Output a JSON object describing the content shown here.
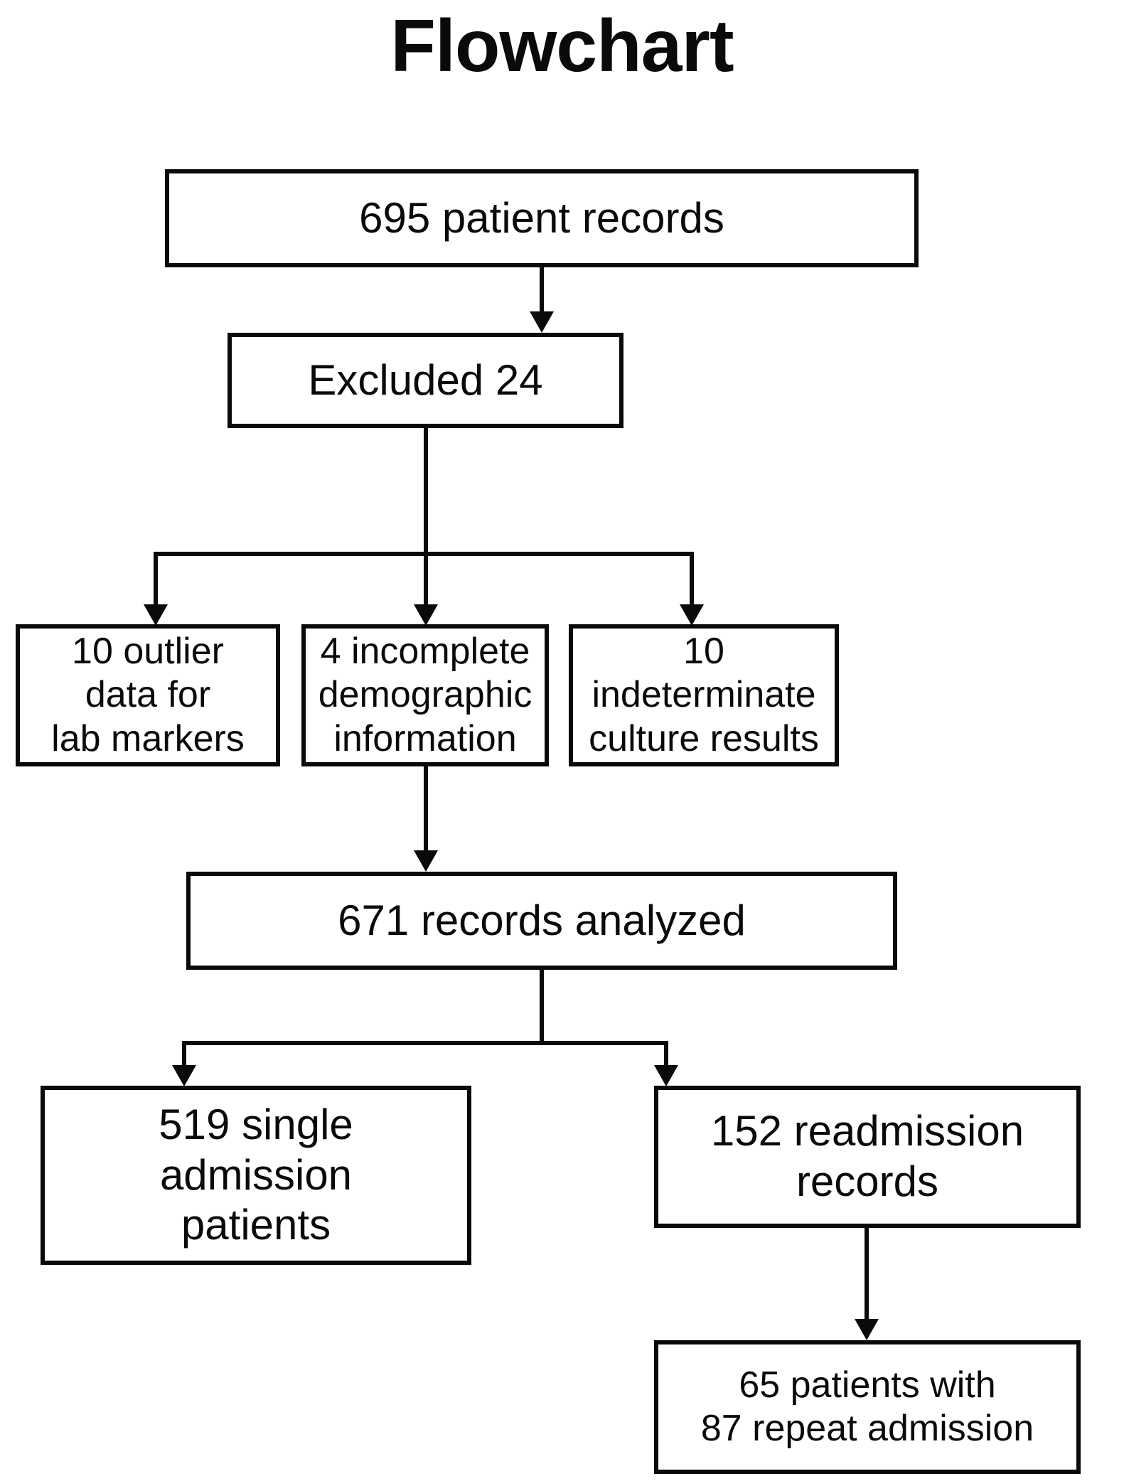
{
  "page": {
    "title": "Flowchart",
    "background_color": "#ffffff",
    "ink_color": "#0a0a0a"
  },
  "flowchart": {
    "nodes": [
      {
        "id": "records-total",
        "label": "695 patient records",
        "count": 695
      },
      {
        "id": "excluded",
        "label": "Excluded 24",
        "count": 24
      },
      {
        "id": "excluded-outliers",
        "label": "10 outlier\ndata for\nlab markers",
        "count": 10
      },
      {
        "id": "excluded-demographics",
        "label": "4 incomplete\ndemographic\ninformation",
        "count": 4
      },
      {
        "id": "excluded-culture",
        "label": "10 indeterminate\nculture results",
        "count": 10
      },
      {
        "id": "records-analyzed",
        "label": "671 records analyzed",
        "count": 671
      },
      {
        "id": "single-admission",
        "label": "519 single\nadmission\npatients",
        "count": 519
      },
      {
        "id": "readmission-records",
        "label": "152 readmission\nrecords",
        "count": 152
      },
      {
        "id": "repeat-admission",
        "label": "65 patients with\n87 repeat admission",
        "count": 65
      }
    ],
    "edges": [
      {
        "from": "records-total",
        "to": "excluded"
      },
      {
        "from": "excluded",
        "to": "excluded-outliers"
      },
      {
        "from": "excluded",
        "to": "excluded-demographics"
      },
      {
        "from": "excluded",
        "to": "excluded-culture"
      },
      {
        "from": "excluded-demographics",
        "to": "records-analyzed"
      },
      {
        "from": "records-analyzed",
        "to": "single-admission"
      },
      {
        "from": "records-analyzed",
        "to": "readmission-records"
      },
      {
        "from": "readmission-records",
        "to": "repeat-admission"
      }
    ]
  }
}
